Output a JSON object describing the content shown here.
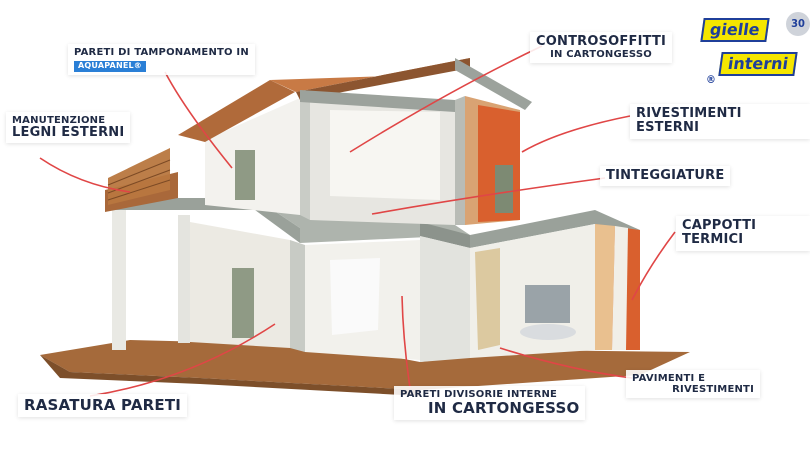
{
  "labels": {
    "pareti_tamponamento": "PARETI DI TAMPONAMENTO IN",
    "aquapanel": "AQUAPANEL®",
    "controsoffitti_1": "CONTROSOFFITTI",
    "controsoffitti_2": "IN CARTONGESSO",
    "manutenzione_1": "MANUTENZIONE",
    "manutenzione_2": "LEGNI ESTERNI",
    "rivestimenti_esterni": "RIVESTIMENTI ESTERNI",
    "tinteggiature": "TINTEGGIATURE",
    "cappotti_termici": "CAPPOTTI TERMICI",
    "rasatura_pareti": "RASATURA PARETI",
    "pareti_divisorie_1": "PARETI DIVISORIE INTERNE",
    "pareti_divisorie_2": "IN CARTONGESSO",
    "pavimenti_1": "PAVIMENTI E",
    "pavimenti_2": "RIVESTIMENTI"
  },
  "logo": {
    "line1": "gielle",
    "line2": "interni",
    "registered": "®",
    "anniversary": "30"
  },
  "colors": {
    "label_text": "#1f2a44",
    "leader_line": "#e04646",
    "wall_orange": "#d9602e",
    "wood": "#a9683a",
    "brick": "#d9a373",
    "logo_yellow": "#f5e600",
    "logo_blue": "#1f3f9a",
    "aquapanel_blue": "#2a7fd6"
  }
}
